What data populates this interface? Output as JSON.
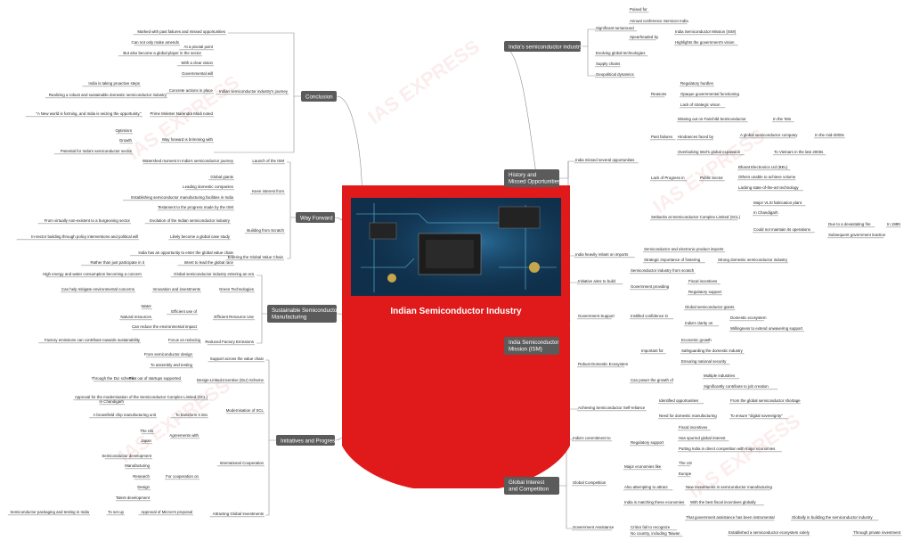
{
  "center": {
    "title": "Indian Semiconductor Industry",
    "bg": "#e01a1a"
  },
  "watermark": "IAS EXPRESS",
  "colors": {
    "branch_bg": "#5b5b5b",
    "line": "#8c8c8c",
    "text": "#222222"
  },
  "branches": [
    {
      "label": "India's semiconductor industry",
      "items": [
        "Poised for",
        "Annual conference Semicon India",
        "India Semiconductor Mission (ISM)",
        "Highlights the government's vision",
        "Significant turnaround",
        "Spearheaded by",
        "Evolving global technologies",
        "Supply chains",
        "Geopolitical dynamics"
      ]
    },
    {
      "label": "History and Missed Opportunities",
      "items": [
        "India missed several opportunities",
        "Reasons",
        "Regulatory hurdles",
        "Opaque governmental functioning",
        "Lack of strategic vision",
        "Past failures",
        "Missing out on Fairchild Semiconductor",
        "In the '60s",
        "Hindrances faced by",
        "A global semiconductor company",
        "In the mid-2000s",
        "Overlooking Intel's global expansion",
        "To Vietnam in the late 2000s",
        "Lack of Progress in",
        "Public Sector",
        "Bharat Electronics Ltd (BEL)",
        "Others unable to achieve volume",
        "Lacking state-of-the-art technology",
        "Setbacks at Semiconductor Complex Limited (SCL)",
        "Major VLSI fabrication plant",
        "In Chandigarh",
        "Could not maintain its operations",
        "Due to a devastating fire",
        "In 1989",
        "Subsequent government inaction",
        "India heavily reliant on imports",
        "Semiconductor and electronic product imports",
        "Strategic importance of fostering",
        "Strong domestic semiconductor industry"
      ]
    },
    {
      "label": "India Semiconductor Mission (ISM)",
      "items": [
        "Initiative aims to build",
        "Semiconductor industry from scratch",
        "Government providing",
        "Fiscal incentives",
        "Regulatory support",
        "Government Support",
        "Instilled confidence in",
        "Global semiconductor giants",
        "India's clarity on",
        "Domestic ecosystem",
        "Willingness to extend unwavering support",
        "Robust Domestic Ecosystem",
        "Important for",
        "Economic growth",
        "Safeguarding the domestic industry",
        "Ensuring national security",
        "Can power the growth of",
        "Multiple industries",
        "Significantly contribute to job creation",
        "Achieving Semiconductor Self-reliance",
        "Identified opportunities",
        "From the global semiconductor shortage",
        "Need for domestic manufacturing",
        "To ensure \"digital sovereignty\""
      ]
    },
    {
      "label": "Global Interest and Competition",
      "items": [
        "India's commitment to",
        "Fiscal incentives",
        "Regulatory support",
        "Has spurred global interest",
        "Putting India in direct competition with major economies",
        "Global Competition",
        "Major economies like",
        "The US",
        "Europe",
        "Also attempting to attract",
        "New investments in semiconductor manufacturing",
        "India is matching these economies",
        "With the best fiscal incentives globally",
        "Government Assistance",
        "Critics fail to recognize",
        "That government assistance has been instrumental",
        "Globally in building the semiconductor industry",
        "No country, including Taiwan",
        "Established a semiconductor ecosystem solely",
        "Through private investment"
      ]
    },
    {
      "label": "Conclusion",
      "items": [
        "Marked with past failures and missed opportunities",
        "At a pivotal point",
        "Can not only make amends",
        "But also become a global player in the sector",
        "With a clear vision",
        "Governmental will",
        "Indian semiconductor industry's journey",
        "Concrete actions in place",
        "India is taking proactive steps",
        "Realizing a robust and sustainable domestic semiconductor industry",
        "Prime Minister Narendra Modi noted",
        "\"A New world is forming, and India is seizing the opportunity.\"",
        "Way forward is brimming with",
        "Optimism",
        "Growth",
        "Potential for India's semiconductor sector"
      ]
    },
    {
      "label": "Way Forward",
      "items": [
        "Watershed moment in India's semiconductor journey",
        "Launch of the ISM",
        "Keen interest from",
        "Global giants",
        "Leading domestic companies",
        "Establishing semiconductor manufacturing facilities in India",
        "Testament to the progress made by the ISM",
        "Building from Scratch",
        "Evolution of the Indian semiconductor industry",
        "From virtually non-existent to a burgeoning sector",
        "Likely become a global case study",
        "In-sector building through policy interventions and political will",
        "Entering the Global Value Chain",
        "India has an opportunity to enter the global value chain",
        "Intent to lead the global race",
        "Rather than just participate in it"
      ]
    },
    {
      "label": "Sustainable Semiconductor Manufacturing",
      "items": [
        "Global semiconductor industry entering an era",
        "High energy and water consumption becoming a concern",
        "Innovation and investments",
        "Green Technologies",
        "Can help mitigate environmental concerns",
        "Efficient Resource Use",
        "Efficient use of",
        "Water",
        "Natural resources",
        "Can reduce the environmental impact",
        "Reduced Factory Emissions",
        "Focus on reducing",
        "Factory emissions can contribute towards sustainability"
      ]
    },
    {
      "label": "Initiatives and Progress",
      "items": [
        "Support across the value chain",
        "From semiconductor design",
        "To assembly and testing",
        "Design-Linked Incentive (DLI) Scheme",
        "Pilot out of startups supported",
        "Through the DLI scheme",
        "Modernisation of SCL",
        "Approval for the modernisation of the Semiconductor Complex Limited (SCL)",
        "In Chandigarh",
        "To transform it into",
        "A brownfield chip manufacturing unit",
        "International Cooperation",
        "Agreements with",
        "The US",
        "Japan",
        "For cooperation on",
        "Semiconductor development",
        "Manufacturing",
        "Research",
        "Design",
        "Talent development",
        "Attracting Global Investments",
        "Approval of Micron's proposal",
        "To set up",
        "Semiconductor packaging and testing in India"
      ]
    }
  ]
}
